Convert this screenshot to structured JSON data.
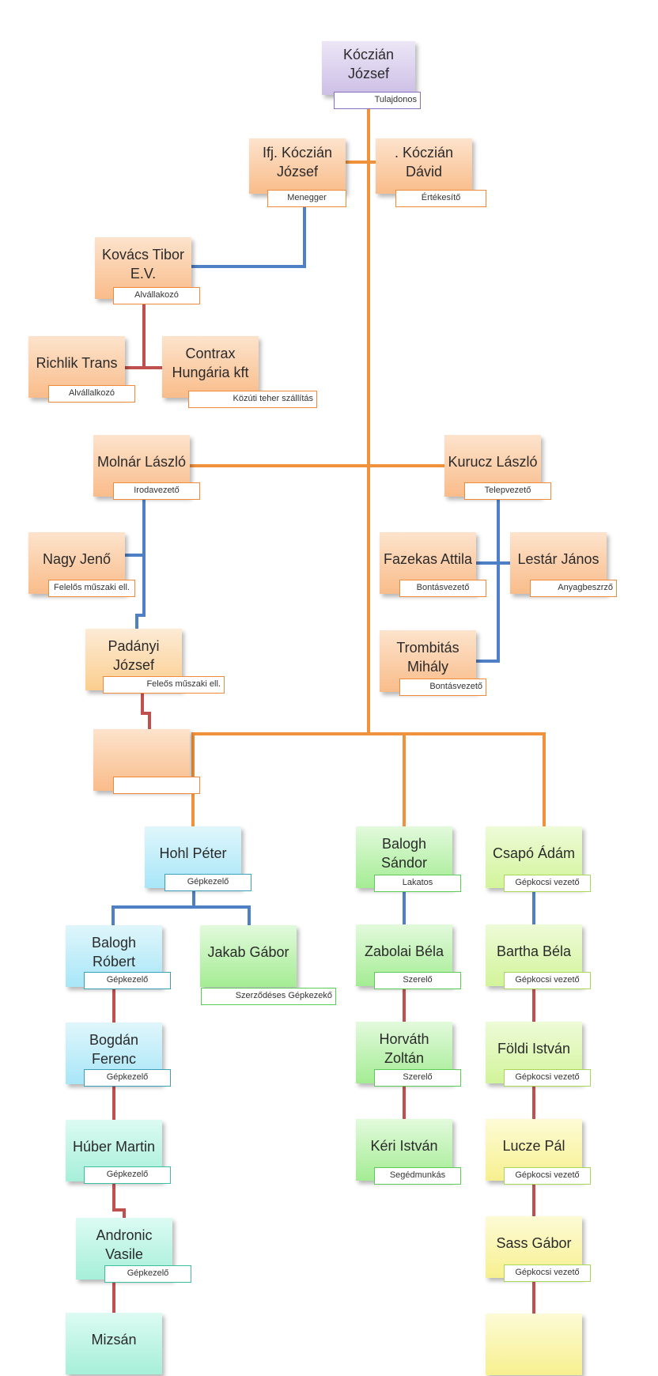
{
  "colors": {
    "line_orange": "#f0923c",
    "line_blue": "#4f7fc4",
    "line_red": "#c0504d"
  },
  "org": {
    "root": {
      "name": "Kóczián József",
      "role": "Tulajdonos"
    },
    "ifj_koczian": {
      "name": "Ifj. Kóczián József",
      "role": "Menegger"
    },
    "koczian_david": {
      "name": ". Kóczián Dávid",
      "role": "Értékesítő"
    },
    "kovacs": {
      "name": "Kovács Tibor E.V.",
      "role": "Alvállakozó"
    },
    "richlik": {
      "name": "Richlik Trans",
      "role": "Alvállalkozó"
    },
    "contrax": {
      "name": "Contrax Hungária kft",
      "role": "Közúti teher szállítás"
    },
    "molnar": {
      "name": "Molnár László",
      "role": "Irodavezető"
    },
    "kurucz": {
      "name": "Kurucz László",
      "role": "Telepvezető"
    },
    "nagy": {
      "name": "Nagy Jenő",
      "role": "Felelős műszaki ell."
    },
    "padanyi": {
      "name": "Padányi József",
      "role": "Feleős műszaki ell."
    },
    "empty": {
      "name": "",
      "role": ""
    },
    "fazekas": {
      "name": "Fazekas Attila",
      "role": "Bontásvezető"
    },
    "lestar": {
      "name": "Lestár János",
      "role": "Anyagbeszrző"
    },
    "trombitas": {
      "name": "Trombitás Mihály",
      "role": "Bontásvezető"
    },
    "hohl": {
      "name": "Hohl Péter",
      "role": "Gépkezelő"
    },
    "balogh_robert": {
      "name": "Balogh Róbert",
      "role": "Gépkezelő"
    },
    "jakab": {
      "name": "Jakab Gábor",
      "role": "Szerződéses Gépkezekő"
    },
    "bogdan": {
      "name": "Bogdán Ferenc",
      "role": "Gépkezelő"
    },
    "huber": {
      "name": "Húber Martin",
      "role": "Gépkezelő"
    },
    "andronic": {
      "name": "Andronic Vasile",
      "role": "Gépkezelő"
    },
    "mizsan": {
      "name": "Mizsán",
      "role": ""
    },
    "balogh_sandor": {
      "name": "Balogh Sándor",
      "role": "Lakatos"
    },
    "zabolai": {
      "name": "Zabolai Béla",
      "role": "Szerelő"
    },
    "horvath": {
      "name": "Horváth Zoltán",
      "role": "Szerelő"
    },
    "keri": {
      "name": "Kéri István",
      "role": "Segédmunkás"
    },
    "csapo": {
      "name": "Csapó Ádám",
      "role": "Gépkocsi vezető"
    },
    "bartha": {
      "name": "Bartha Béla",
      "role": "Gépkocsi vezető"
    },
    "foldi": {
      "name": "Földi István",
      "role": "Gépkocsi vezető"
    },
    "lucze": {
      "name": "Lucze Pál",
      "role": "Gépkocsi vezető"
    },
    "sass": {
      "name": "Sass Gábor",
      "role": "Gépkocsi vezető"
    },
    "last": {
      "name": "",
      "role": ""
    }
  }
}
